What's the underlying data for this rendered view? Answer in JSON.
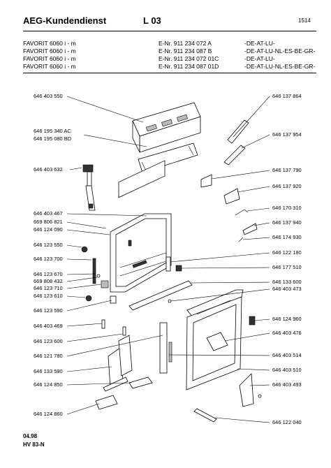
{
  "header": {
    "brand": "AEG-Kundendienst",
    "code": "L 03",
    "page_number": "1514",
    "models": [
      {
        "model": "FAVORIT 6060 i - m",
        "enr": "E-Nr. 911 234 072 A",
        "countries": "-DE-AT-LU-"
      },
      {
        "model": "FAVORIT 6060 i - m",
        "enr": "E-Nr. 911 234 087 B",
        "countries": "-DE-AT-LU-NL-ES-BE-GR-"
      },
      {
        "model": "FAVORIT 6060 i - m",
        "enr": "E-Nr. 911 234 072 01C",
        "countries": "-DE-AT-LU-"
      },
      {
        "model": "FAVORIT 6060 i - m",
        "enr": "E-Nr. 911 234 087 01D",
        "countries": "-DE-AT-LU-NL-ES-BE-GR-"
      }
    ]
  },
  "labels_left": [
    "646 403 550",
    "646 195 340 AC",
    "646 195 080 BD",
    "646 403 632",
    "646 403 467",
    "669 806 821",
    "646 124 090",
    "646 123 550",
    "646 123 700",
    "646 123 670",
    "669 808 432",
    "646 123 710",
    "646 123 610",
    "646 123 590",
    "646 403 469",
    "646 123 600",
    "646 121 780",
    "646 133 590",
    "646 124 850",
    "646 124 860"
  ],
  "labels_right": [
    "646 137 864",
    "646 137 954",
    "646 137 790",
    "646 137 920",
    "646 170 310",
    "646 137 940",
    "646 174 930",
    "646 122 180",
    "646 177 510",
    "646 133 600",
    "646 403 473",
    "646 124 960",
    "646 403 476",
    "646 403 514",
    "646 403 510",
    "646 403 493",
    "646 122 040"
  ],
  "footer": {
    "date": "04.98",
    "doc": "HV 83-N"
  }
}
